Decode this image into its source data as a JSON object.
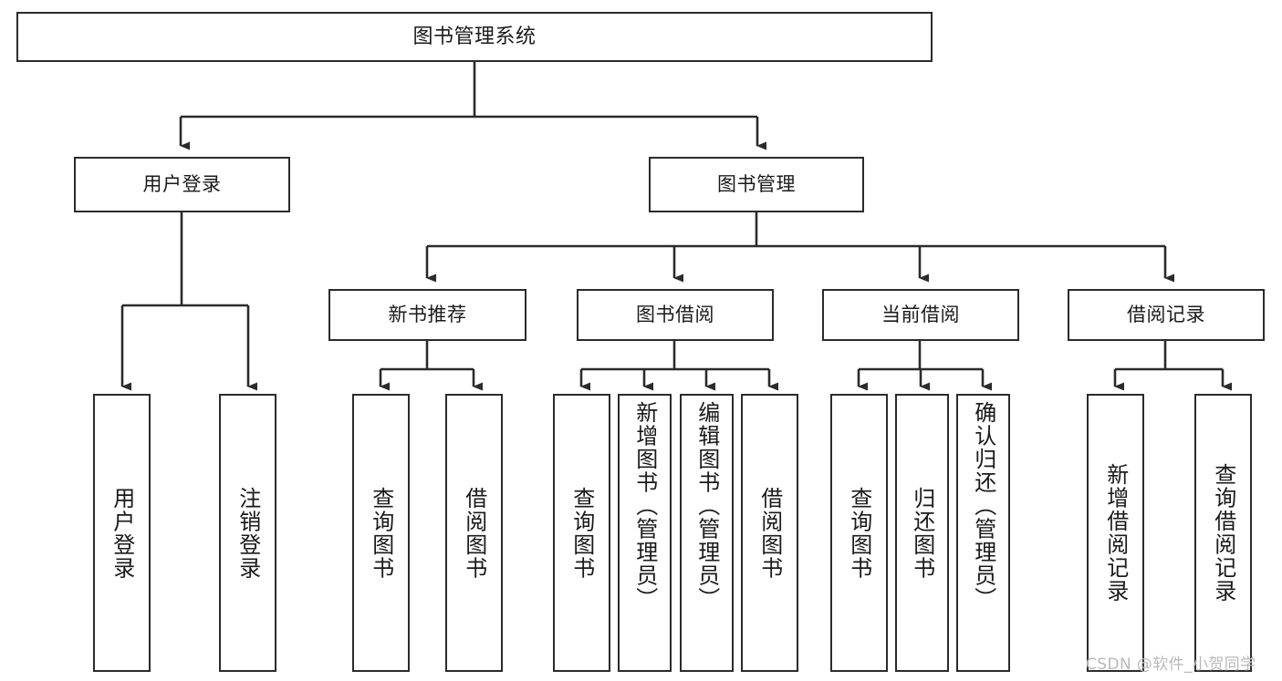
{
  "diagram": {
    "title": "图书管理系统",
    "type": "hierarchy-tree",
    "orientation": "top-down",
    "colors": {
      "stroke": "#2b2b2b",
      "fill": "#ffffff",
      "text": "#1a1a1a",
      "watermark": "#b9b9b9"
    },
    "levels": {
      "root": "图书管理系统",
      "level2": [
        "用户登录",
        "图书管理"
      ],
      "level3": [
        "新书推荐",
        "图书借阅",
        "当前借阅",
        "借阅记录"
      ]
    },
    "nodes": {
      "root": {
        "label": "图书管理系统"
      },
      "user_login": {
        "label": "用户登录"
      },
      "book_manage": {
        "label": "图书管理"
      },
      "new_book_rec": {
        "label": "新书推荐"
      },
      "book_borrow": {
        "label": "图书借阅"
      },
      "current_borrow": {
        "label": "当前借阅"
      },
      "borrow_record": {
        "label": "借阅记录"
      },
      "leaf_user_login": {
        "label": "用户登录"
      },
      "leaf_logout": {
        "label": "注销登录"
      },
      "leaf_query_book_1": {
        "label": "查询图书"
      },
      "leaf_borrow_book_1": {
        "label": "借阅图书"
      },
      "leaf_query_book_2": {
        "label": "查询图书"
      },
      "leaf_add_book": {
        "label": "新增图书（管理员）"
      },
      "leaf_edit_book": {
        "label": "编辑图书（管理员）"
      },
      "leaf_borrow_book_2": {
        "label": "借阅图书"
      },
      "leaf_query_book_3": {
        "label": "查询图书"
      },
      "leaf_return_book": {
        "label": "归还图书"
      },
      "leaf_confirm_return": {
        "label": "确认归还（管理员）"
      },
      "leaf_add_record": {
        "label": "新增借阅记录"
      },
      "leaf_query_record": {
        "label": "查询借阅记录"
      }
    }
  },
  "watermark": {
    "text": "CSDN @软件_小贺同学"
  }
}
